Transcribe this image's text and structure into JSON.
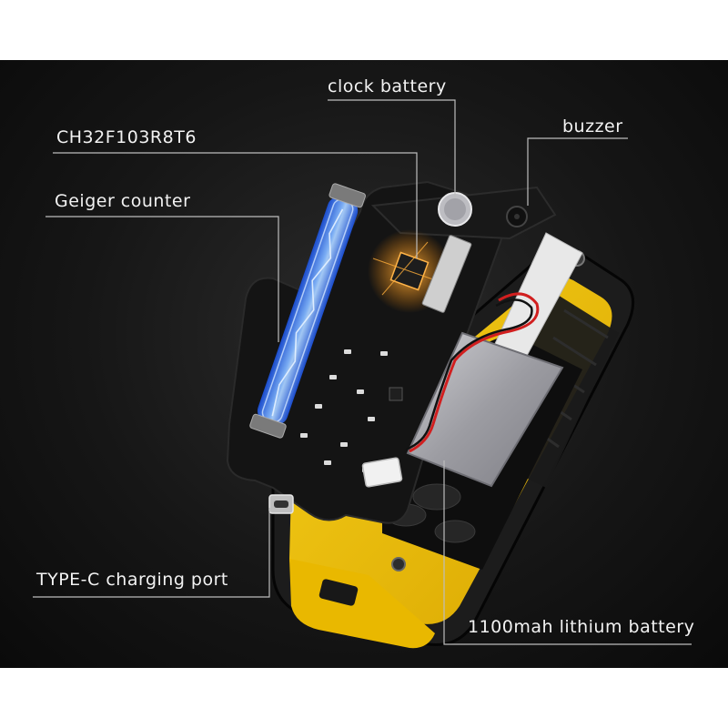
{
  "callouts": {
    "clock_battery": "clock battery",
    "mcu": "CH32F103R8T6",
    "buzzer": "buzzer",
    "geiger_counter": "Geiger counter",
    "usb_port": "TYPE-C charging port",
    "lithium_battery": "1100mah lithium battery"
  },
  "colors": {
    "callout_line": "#bdbdbd",
    "case_yellow": "#f2c200",
    "case_black": "#1c1c1c",
    "pcb": "#151515",
    "tube_glow": "#3a86ff",
    "battery_silver": "#a9a9ad"
  }
}
